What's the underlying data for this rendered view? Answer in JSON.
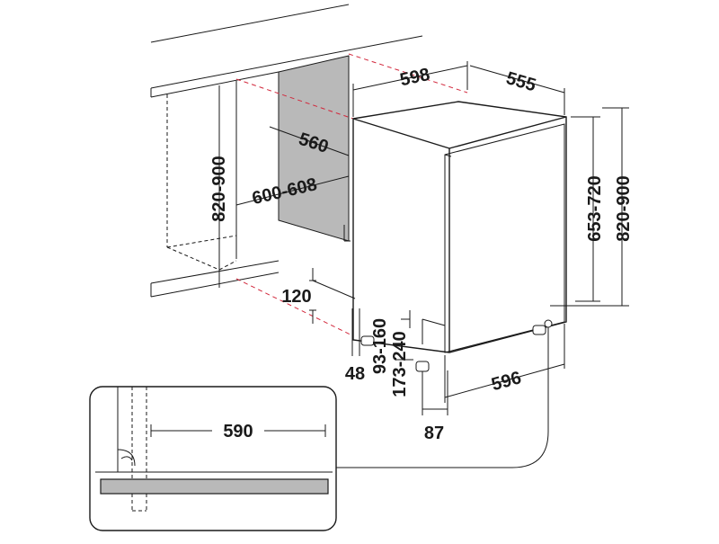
{
  "colors": {
    "line": "#1a1a1a",
    "cavity_panel": "#b9b9b9",
    "red_dashed_guides": "#d2283c",
    "background": "#ffffff"
  },
  "labels": {
    "unit_width": "598",
    "unit_depth": "555",
    "cavity_depth": "560",
    "cavity_width": "600-608",
    "cavity_height": "820-900",
    "unit_body_height": "653-720",
    "unit_total_height": "820-900",
    "plinth_height": "120",
    "plinth_gap": "48",
    "foot_range_a": "93-160",
    "foot_range_b": "173-240",
    "door_width": "596",
    "foot_depth": "87",
    "detail_width": "590"
  }
}
